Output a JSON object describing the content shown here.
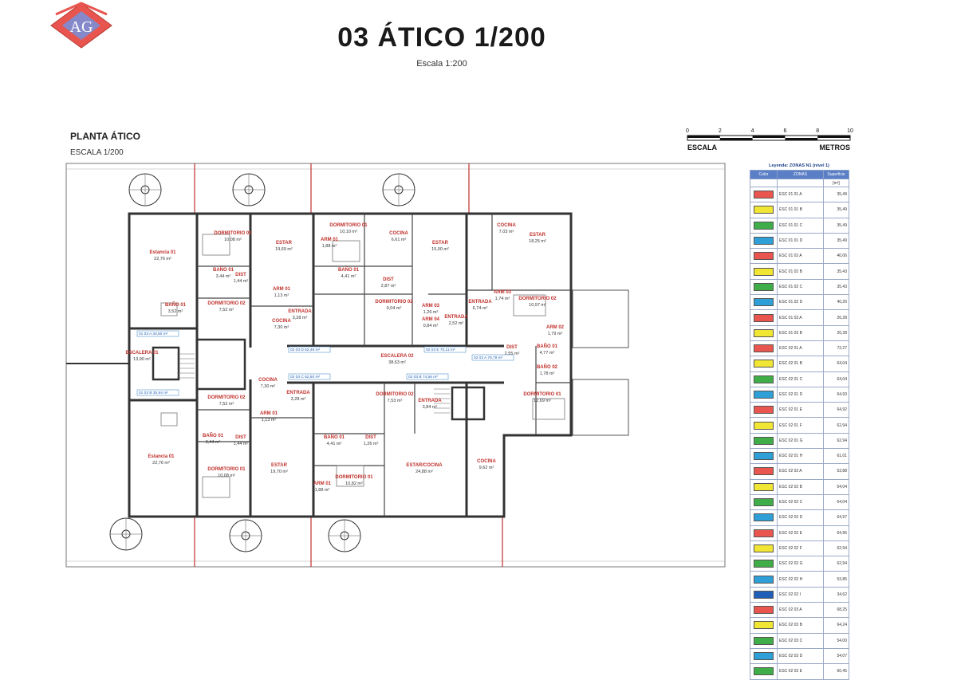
{
  "header": {
    "logo_text": "AG",
    "title": "03 ÁTICO 1/200",
    "subtitle": "Escala 1:200"
  },
  "plan": {
    "title": "PLANTA ÁTICO",
    "scale": "ESCALA 1/200"
  },
  "scalebar": {
    "ticks": [
      "0",
      "2",
      "4",
      "6",
      "8",
      "10"
    ],
    "left_label": "ESCALA",
    "right_label": "METROS"
  },
  "rooms": [
    {
      "name": "Estancia 01",
      "area": "22,76 m²"
    },
    {
      "name": "DORMITORIO 01",
      "area": "10,08 m²"
    },
    {
      "name": "ESTAR",
      "area": "19,69 m²"
    },
    {
      "name": "ARM 01",
      "area": "1,88 m²"
    },
    {
      "name": "DORMITORIO 01",
      "area": "10,10 m²"
    },
    {
      "name": "COCINA",
      "area": "6,61 m²"
    },
    {
      "name": "ESTAR",
      "area": "15,00 m²"
    },
    {
      "name": "COCINA",
      "area": "7,03 m²"
    },
    {
      "name": "ESTAR",
      "area": "18,25 m²"
    },
    {
      "name": "BAÑO 01",
      "area": "3,44 m²"
    },
    {
      "name": "DIST",
      "area": "1,44 m²"
    },
    {
      "name": "ARM 01",
      "area": "1,13 m²"
    },
    {
      "name": "BAÑO 01",
      "area": "4,41 m²"
    },
    {
      "name": "DIST",
      "area": "2,87 m²"
    },
    {
      "name": "DORMITORIO 02",
      "area": "7,52 m²"
    },
    {
      "name": "ENTRADA",
      "area": "3,28 m²"
    },
    {
      "name": "COCINA",
      "area": "7,30 m²"
    },
    {
      "name": "DORMITORIO 02",
      "area": "9,04 m²"
    },
    {
      "name": "ARM 03",
      "area": "1,26 m²"
    },
    {
      "name": "ENTRADA",
      "area": "2,52 m²"
    },
    {
      "name": "ARM 04",
      "area": "0,84 m²"
    },
    {
      "name": "ENTRADA",
      "area": "6,74 m²"
    },
    {
      "name": "ARM 03",
      "area": "1,74 m²"
    },
    {
      "name": "DORMITORIO 02",
      "area": "10,97 m²"
    },
    {
      "name": "ARM 02",
      "area": "1,79 m²"
    },
    {
      "name": "BAÑO 01",
      "area": "3,52 m²"
    },
    {
      "name": "ESCALERA 01",
      "area": "13,90 m²"
    },
    {
      "name": "DIST",
      "area": "2,55 m²"
    },
    {
      "name": "BAÑO 01",
      "area": "4,77 m²"
    },
    {
      "name": "ESCALERA 02",
      "area": "38,63 m²"
    },
    {
      "name": "BAÑO 02",
      "area": "1,78 m²"
    },
    {
      "name": "COCINA",
      "area": "7,30 m²"
    },
    {
      "name": "ENTRADA",
      "area": "3,28 m²"
    },
    {
      "name": "DORMITORIO 02",
      "area": "7,53 m²"
    },
    {
      "name": "ENTRADA",
      "area": "3,84 m²"
    },
    {
      "name": "DORMITORIO 01",
      "area": "12,69 m²"
    },
    {
      "name": "DORMITORIO 02",
      "area": "7,52 m²"
    },
    {
      "name": "ARM 01",
      "area": "1,13 m²"
    },
    {
      "name": "BAÑO 01",
      "area": "3,44 m²"
    },
    {
      "name": "DIST",
      "area": "1,44 m²"
    },
    {
      "name": "BAÑO 01",
      "area": "4,41 m²"
    },
    {
      "name": "DIST",
      "area": "1,26 m²"
    },
    {
      "name": "Estancia 01",
      "area": "22,76 m²"
    },
    {
      "name": "ESTAR",
      "area": "19,70 m²"
    },
    {
      "name": "DORMITORIO 01",
      "area": "10,08 m²"
    },
    {
      "name": "ARM 01",
      "area": "1,88 m²"
    },
    {
      "name": "DORMITORIO 01",
      "area": "10,82 m²"
    },
    {
      "name": "ESTAR/COCINA",
      "area": "24,88 m²"
    },
    {
      "name": "COCINA",
      "area": "9,62 m²"
    }
  ],
  "tags": [
    "01 03 A 30,50 m²",
    "02 03 D 62,49 m²",
    "02 03 E 70,11 m²",
    "02 03 A 79,79 m²",
    "02 03 C 62,50 m²",
    "02 03 B 74,56 m²",
    "01 03 B 30,94 m²"
  ],
  "legend": {
    "title": "Leyenda: ZONAS N1 (nivel 1)",
    "headers": [
      "Color",
      "ZONAS",
      "Superficie"
    ],
    "unit": "[m²]",
    "rows": [
      {
        "color": "#e8564f",
        "zone": "ESC 01 01 A",
        "area": "35,49"
      },
      {
        "color": "#f2e635",
        "zone": "ESC 01 01 B",
        "area": "35,49"
      },
      {
        "color": "#3fae49",
        "zone": "ESC 01 01 C",
        "area": "35,49"
      },
      {
        "color": "#2f9fd8",
        "zone": "ESC 01 01 D",
        "area": "35,49"
      },
      {
        "color": "#e8564f",
        "zone": "ESC 01 02 A",
        "area": "40,06"
      },
      {
        "color": "#f2e635",
        "zone": "ESC 01 02 B",
        "area": "35,43"
      },
      {
        "color": "#3fae49",
        "zone": "ESC 01 02 C",
        "area": "35,43"
      },
      {
        "color": "#2f9fd8",
        "zone": "ESC 01 02 D",
        "area": "40,26"
      },
      {
        "color": "#e8564f",
        "zone": "ESC 01 03 A",
        "area": "26,28"
      },
      {
        "color": "#f2e635",
        "zone": "ESC 01 03 B",
        "area": "26,28"
      },
      {
        "color": "#e8564f",
        "zone": "ESC 02 01 A",
        "area": "72,27"
      },
      {
        "color": "#f2e635",
        "zone": "ESC 02 01 B",
        "area": "64,04"
      },
      {
        "color": "#3fae49",
        "zone": "ESC 02 01 C",
        "area": "64,04"
      },
      {
        "color": "#2f9fd8",
        "zone": "ESC 02 01 D",
        "area": "64,93"
      },
      {
        "color": "#e8564f",
        "zone": "ESC 02 01 E",
        "area": "64,92"
      },
      {
        "color": "#f2e635",
        "zone": "ESC 02 01 F",
        "area": "62,94"
      },
      {
        "color": "#3fae49",
        "zone": "ESC 02 01 G",
        "area": "62,94"
      },
      {
        "color": "#2f9fd8",
        "zone": "ESC 02 01 H",
        "area": "61,01"
      },
      {
        "color": "#e8564f",
        "zone": "ESC 02 02 A",
        "area": "53,88"
      },
      {
        "color": "#f2e635",
        "zone": "ESC 02 02 B",
        "area": "64,04"
      },
      {
        "color": "#3fae49",
        "zone": "ESC 02 02 C",
        "area": "64,04"
      },
      {
        "color": "#2f9fd8",
        "zone": "ESC 02 02 D",
        "area": "64,97"
      },
      {
        "color": "#e8564f",
        "zone": "ESC 02 02 E",
        "area": "64,96"
      },
      {
        "color": "#f2e635",
        "zone": "ESC 02 02 F",
        "area": "62,94"
      },
      {
        "color": "#3fae49",
        "zone": "ESC 02 02 G",
        "area": "62,94"
      },
      {
        "color": "#2f9fd8",
        "zone": "ESC 02 02 H",
        "area": "53,85"
      },
      {
        "color": "#1f5fb8",
        "zone": "ESC 02 02 I",
        "area": "34,62"
      },
      {
        "color": "#e8564f",
        "zone": "ESC 02 03 A",
        "area": "68,25"
      },
      {
        "color": "#f2e635",
        "zone": "ESC 02 03 B",
        "area": "64,24"
      },
      {
        "color": "#3fae49",
        "zone": "ESC 02 03 C",
        "area": "54,00"
      },
      {
        "color": "#2f9fd8",
        "zone": "ESC 02 03 D",
        "area": "54,07"
      },
      {
        "color": "#3fae49",
        "zone": "ESC 02 03 E",
        "area": "60,45"
      }
    ]
  }
}
